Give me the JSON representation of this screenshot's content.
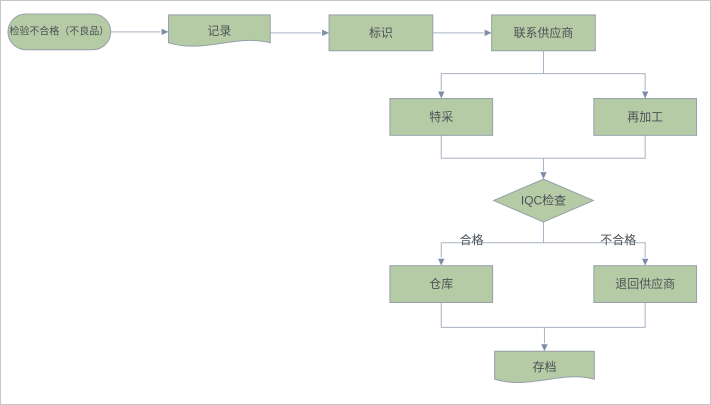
{
  "colors": {
    "background": "#ffffff",
    "canvas_border": "#c4c8cb",
    "node_fill": "#b5cba5",
    "node_stroke": "#95a0aa",
    "connector": "#a9b3c2",
    "arrowhead": "#7e8da7",
    "label_text": "#4c5257"
  },
  "diagram": {
    "type": "flowchart",
    "nodes": [
      {
        "id": "start",
        "shape": "terminator",
        "label": "检验不合格（不良品）"
      },
      {
        "id": "record",
        "shape": "document",
        "label": "记录"
      },
      {
        "id": "mark",
        "shape": "process",
        "label": "标识"
      },
      {
        "id": "contact-supplier",
        "shape": "process",
        "label": "联系供应商"
      },
      {
        "id": "special-acceptance",
        "shape": "process",
        "label": "特采"
      },
      {
        "id": "rework",
        "shape": "process",
        "label": "再加工"
      },
      {
        "id": "iqc-check",
        "shape": "decision",
        "label": "IQC检查"
      },
      {
        "id": "warehouse",
        "shape": "process",
        "label": "仓库"
      },
      {
        "id": "return-supplier",
        "shape": "process",
        "label": "退回供应商"
      },
      {
        "id": "archive",
        "shape": "document",
        "label": "存档"
      }
    ],
    "edges": [
      {
        "from": "start",
        "to": "record",
        "label": ""
      },
      {
        "from": "record",
        "to": "mark",
        "label": ""
      },
      {
        "from": "mark",
        "to": "contact-supplier",
        "label": ""
      },
      {
        "from": "contact-supplier",
        "to": "special-acceptance",
        "label": ""
      },
      {
        "from": "contact-supplier",
        "to": "rework",
        "label": ""
      },
      {
        "from": "special-acceptance",
        "to": "iqc-check",
        "label": ""
      },
      {
        "from": "rework",
        "to": "iqc-check",
        "label": ""
      },
      {
        "from": "iqc-check",
        "to": "warehouse",
        "label": "合格"
      },
      {
        "from": "iqc-check",
        "to": "return-supplier",
        "label": "不合格"
      },
      {
        "from": "warehouse",
        "to": "archive",
        "label": ""
      },
      {
        "from": "return-supplier",
        "to": "archive",
        "label": ""
      }
    ]
  }
}
